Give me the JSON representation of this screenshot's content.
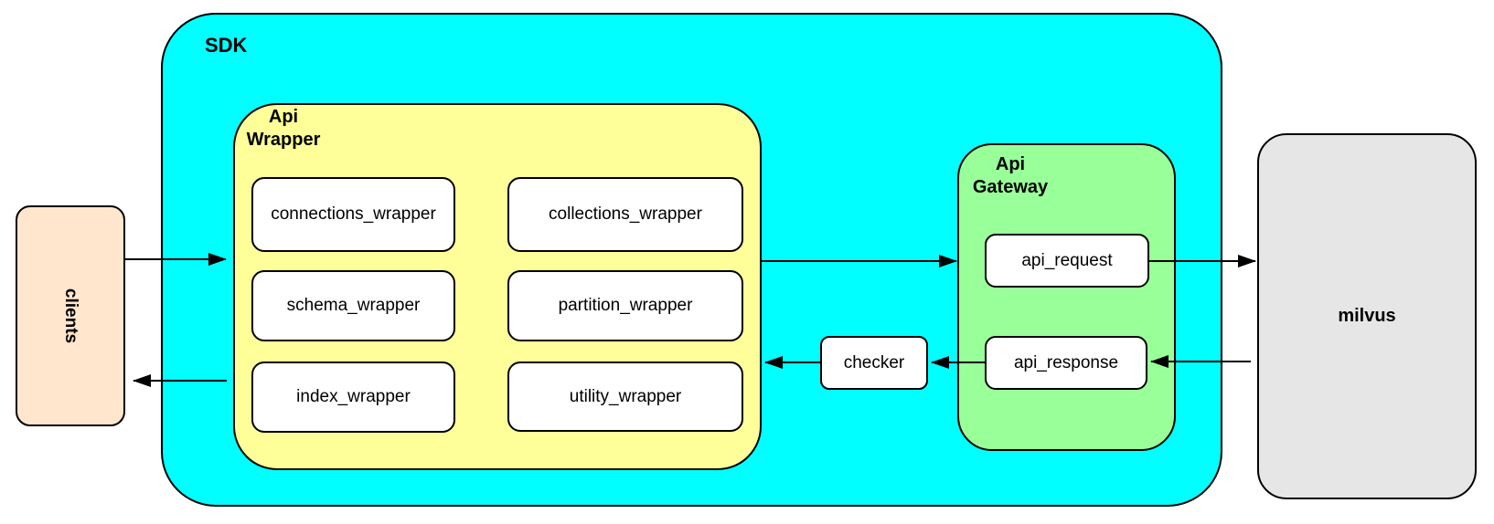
{
  "nodes": {
    "sdk": "SDK",
    "clients": "clients",
    "api_wrapper": "Api Wrapper",
    "wrapper_modules": [
      "connections_wrapper",
      "collections_wrapper",
      "schema_wrapper",
      "partition_wrapper",
      "index_wrapper",
      "utility_wrapper"
    ],
    "checker": "checker",
    "api_gateway": "Api Gateway",
    "gateway_modules": [
      "api_request",
      "api_response"
    ],
    "milvus": "milvus"
  },
  "edges": [
    {
      "from": "clients",
      "to": "api_wrapper"
    },
    {
      "from": "api_wrapper",
      "to": "api_gateway"
    },
    {
      "from": "api_request",
      "to": "milvus"
    },
    {
      "from": "milvus",
      "to": "api_response"
    },
    {
      "from": "api_response",
      "to": "checker"
    },
    {
      "from": "checker",
      "to": "api_wrapper"
    },
    {
      "from": "api_wrapper",
      "to": "clients"
    }
  ],
  "colors": {
    "sdk_fill": "#00FFFF",
    "api_wrapper_fill": "#FFFF99",
    "api_gateway_fill": "#99FF99",
    "clients_fill": "#FFE6CC",
    "milvus_fill": "#E6E6E6",
    "module_fill": "#FFFFFF",
    "border": "#000000"
  }
}
